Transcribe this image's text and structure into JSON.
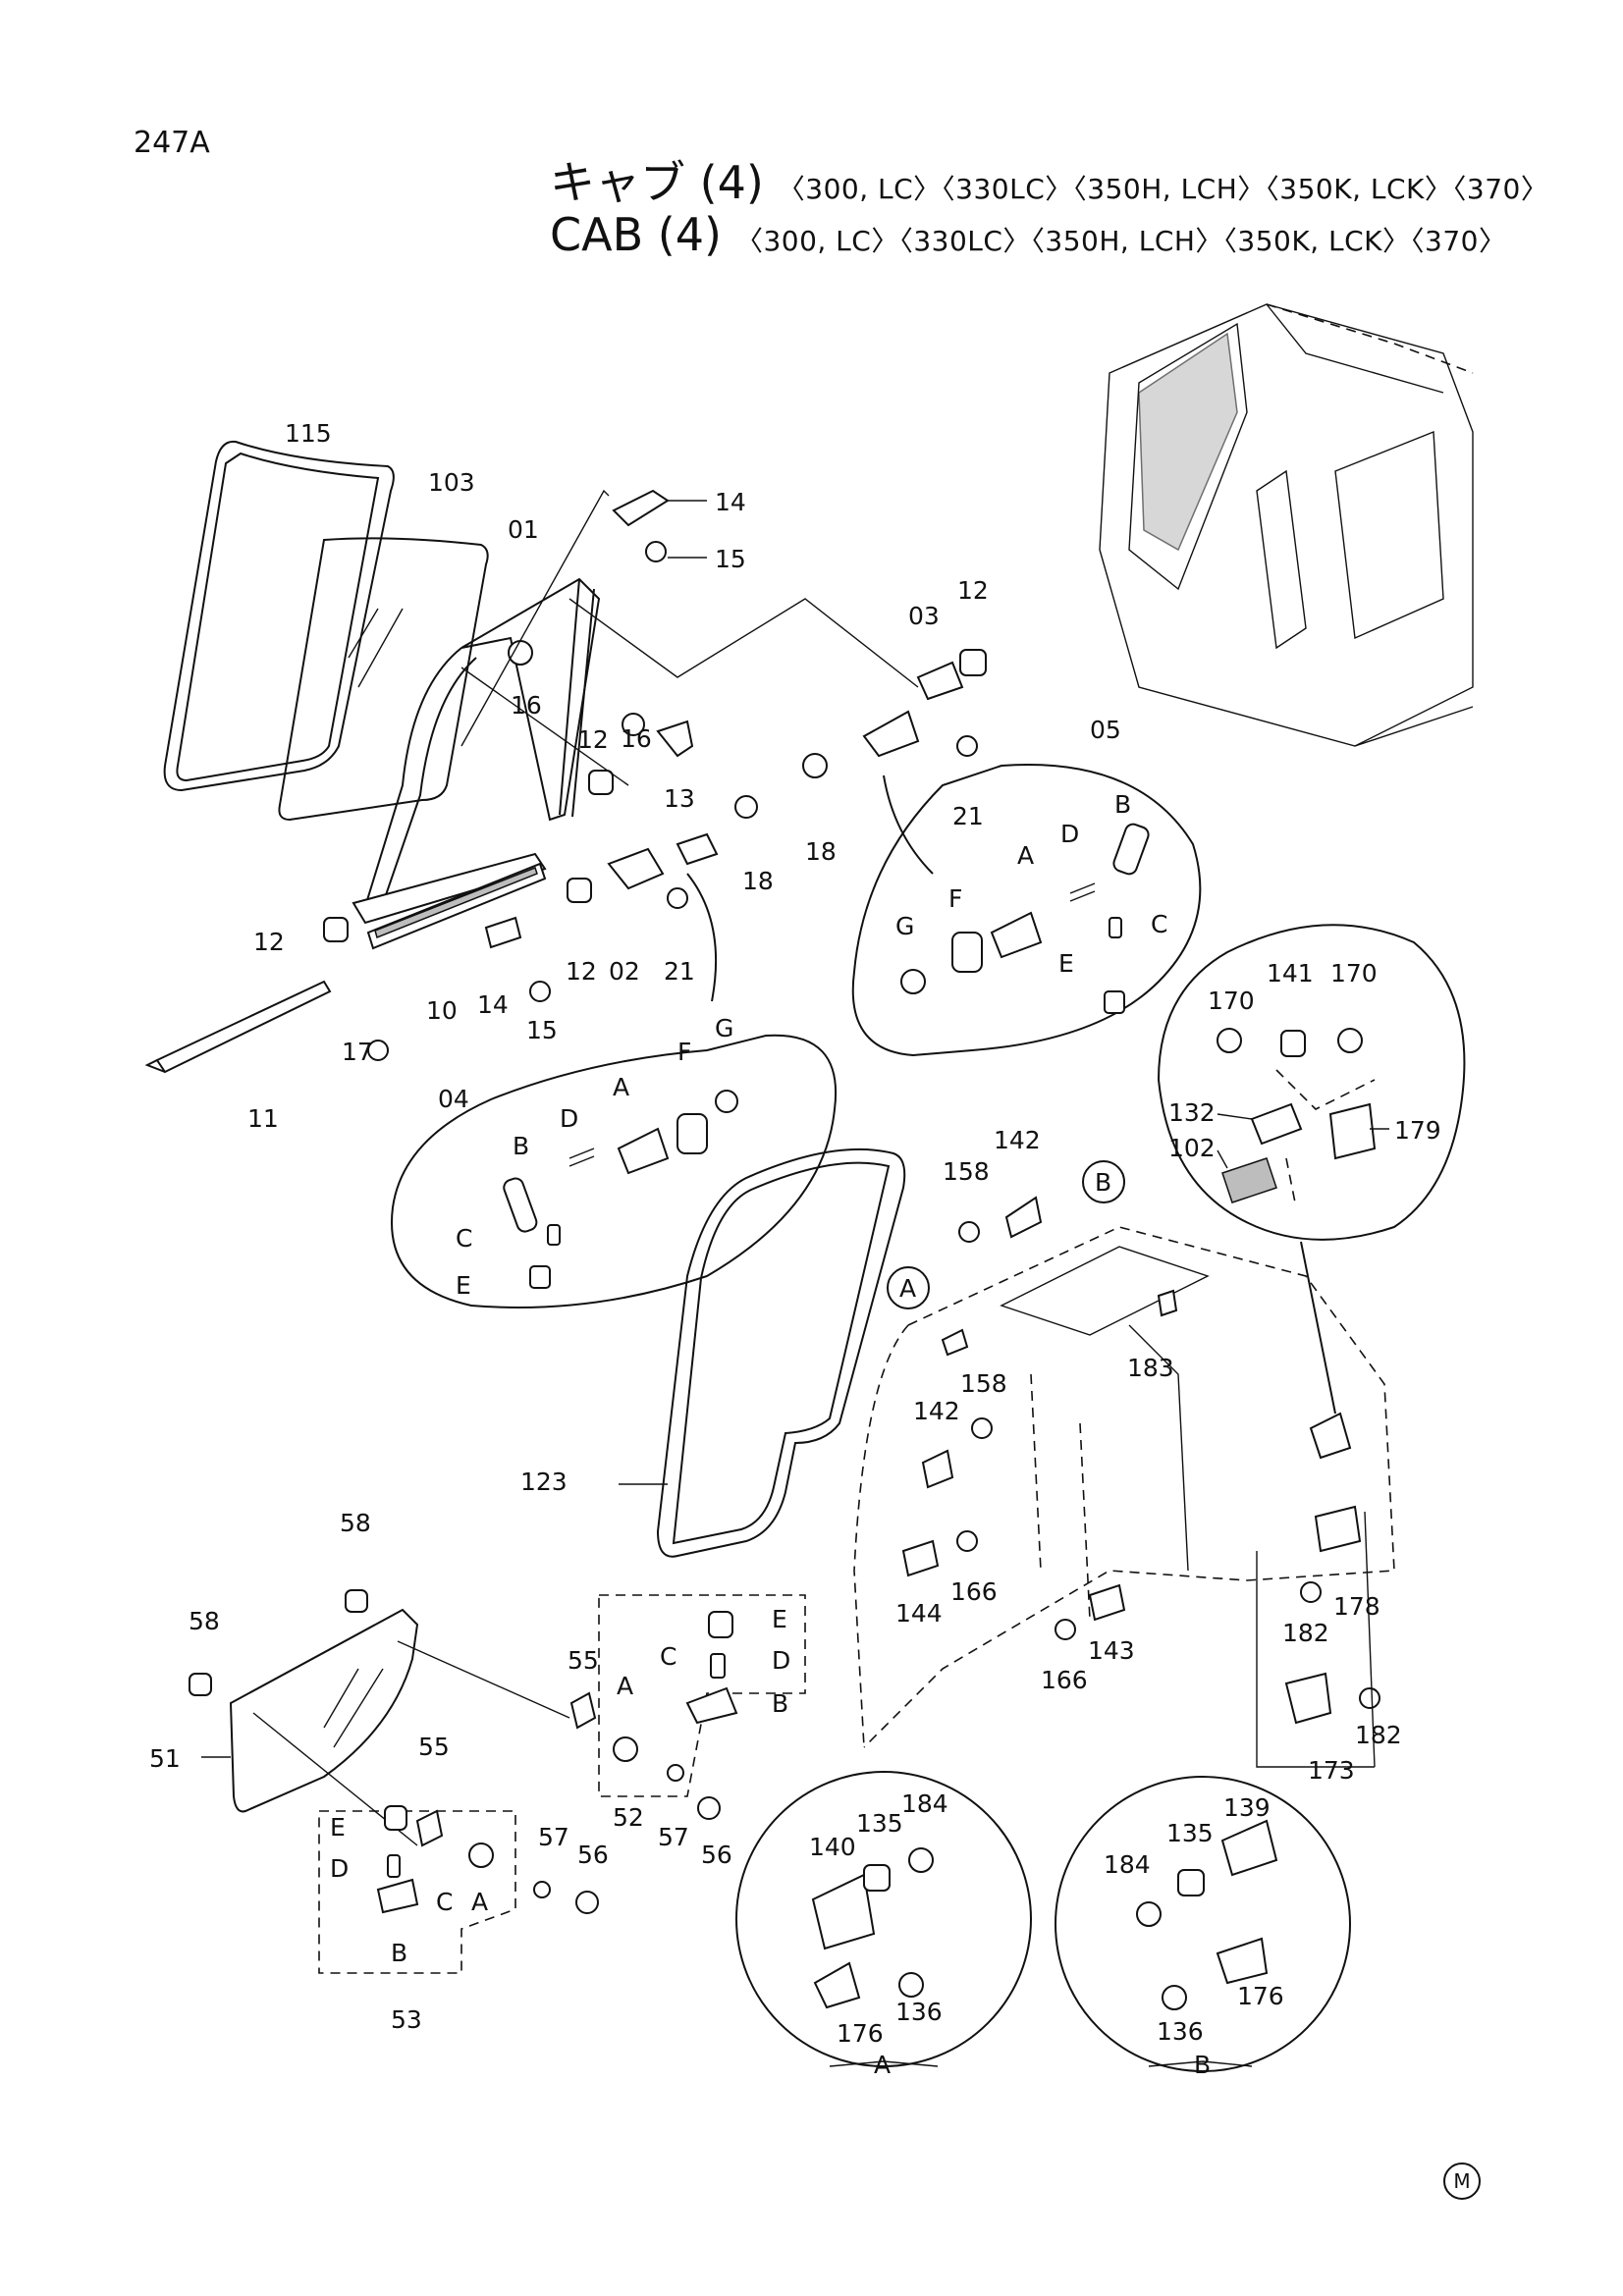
{
  "page_number": "247A",
  "title_jp": "キャブ (4)",
  "title_en": "CAB (4)",
  "models": "〈300, LC〉〈330LC〉〈350H, LCH〉〈350K, LCK〉〈370〉",
  "mark": "M",
  "callouts": [
    {
      "id": "c115",
      "text": "115"
    },
    {
      "id": "c103",
      "text": "103"
    },
    {
      "id": "c01",
      "text": "01"
    },
    {
      "id": "c14a",
      "text": "14"
    },
    {
      "id": "c15a",
      "text": "15"
    },
    {
      "id": "c16a",
      "text": "16"
    },
    {
      "id": "c12a",
      "text": "12"
    },
    {
      "id": "c16b",
      "text": "16"
    },
    {
      "id": "c13",
      "text": "13"
    },
    {
      "id": "c12b",
      "text": "12"
    },
    {
      "id": "c18a",
      "text": "18"
    },
    {
      "id": "c12c",
      "text": "12"
    },
    {
      "id": "c12d",
      "text": "12"
    },
    {
      "id": "c02",
      "text": "02"
    },
    {
      "id": "c21a",
      "text": "21"
    },
    {
      "id": "c10",
      "text": "10"
    },
    {
      "id": "c14b",
      "text": "14"
    },
    {
      "id": "c15b",
      "text": "15"
    },
    {
      "id": "c17",
      "text": "17"
    },
    {
      "id": "c11",
      "text": "11"
    },
    {
      "id": "c03",
      "text": "03"
    },
    {
      "id": "c12e",
      "text": "12"
    },
    {
      "id": "c21b",
      "text": "21"
    },
    {
      "id": "c18b",
      "text": "18"
    },
    {
      "id": "c05",
      "text": "05"
    },
    {
      "id": "c04",
      "text": "04"
    },
    {
      "id": "d05B",
      "text": "B"
    },
    {
      "id": "d05D",
      "text": "D"
    },
    {
      "id": "d05A",
      "text": "A"
    },
    {
      "id": "d05F",
      "text": "F"
    },
    {
      "id": "d05G",
      "text": "G"
    },
    {
      "id": "d05C",
      "text": "C"
    },
    {
      "id": "d05E",
      "text": "E"
    },
    {
      "id": "d04B",
      "text": "B"
    },
    {
      "id": "d04D",
      "text": "D"
    },
    {
      "id": "d04A",
      "text": "A"
    },
    {
      "id": "d04F",
      "text": "F"
    },
    {
      "id": "d04G",
      "text": "G"
    },
    {
      "id": "d04C",
      "text": "C"
    },
    {
      "id": "d04E",
      "text": "E"
    },
    {
      "id": "c170a",
      "text": "170"
    },
    {
      "id": "c141",
      "text": "141"
    },
    {
      "id": "c170b",
      "text": "170"
    },
    {
      "id": "c132",
      "text": "132"
    },
    {
      "id": "c102",
      "text": "102"
    },
    {
      "id": "c179",
      "text": "179"
    },
    {
      "id": "c142a",
      "text": "142"
    },
    {
      "id": "c158a",
      "text": "158"
    },
    {
      "id": "c183",
      "text": "183"
    },
    {
      "id": "c158b",
      "text": "158"
    },
    {
      "id": "c142b",
      "text": "142"
    },
    {
      "id": "c123",
      "text": "123"
    },
    {
      "id": "c144",
      "text": "144"
    },
    {
      "id": "c166a",
      "text": "166"
    },
    {
      "id": "c143",
      "text": "143"
    },
    {
      "id": "c166b",
      "text": "166"
    },
    {
      "id": "c178",
      "text": "178"
    },
    {
      "id": "c182a",
      "text": "182"
    },
    {
      "id": "c182b",
      "text": "182"
    },
    {
      "id": "c173",
      "text": "173"
    },
    {
      "id": "c58a",
      "text": "58"
    },
    {
      "id": "c58b",
      "text": "58"
    },
    {
      "id": "c51",
      "text": "51"
    },
    {
      "id": "c55a",
      "text": "55"
    },
    {
      "id": "c55b",
      "text": "55"
    },
    {
      "id": "c52",
      "text": "52"
    },
    {
      "id": "c57a",
      "text": "57"
    },
    {
      "id": "c56a",
      "text": "56"
    },
    {
      "id": "c57b",
      "text": "57"
    },
    {
      "id": "c56b",
      "text": "56"
    },
    {
      "id": "c53",
      "text": "53"
    },
    {
      "id": "g52E",
      "text": "E"
    },
    {
      "id": "g52D",
      "text": "D"
    },
    {
      "id": "g52B",
      "text": "B"
    },
    {
      "id": "g52C",
      "text": "C"
    },
    {
      "id": "g52A",
      "text": "A"
    },
    {
      "id": "g53E",
      "text": "E"
    },
    {
      "id": "g53D",
      "text": "D"
    },
    {
      "id": "g53C",
      "text": "C"
    },
    {
      "id": "g53A",
      "text": "A"
    },
    {
      "id": "g53B",
      "text": "B"
    },
    {
      "id": "c140",
      "text": "140"
    },
    {
      "id": "c135a",
      "text": "135"
    },
    {
      "id": "c184a",
      "text": "184"
    },
    {
      "id": "c136a",
      "text": "136"
    },
    {
      "id": "c176a",
      "text": "176"
    },
    {
      "id": "c139",
      "text": "139"
    },
    {
      "id": "c135b",
      "text": "135"
    },
    {
      "id": "c184b",
      "text": "184"
    },
    {
      "id": "c136b",
      "text": "136"
    },
    {
      "id": "c176b",
      "text": "176"
    }
  ],
  "detail_markers": [
    {
      "id": "mA",
      "text": "A"
    },
    {
      "id": "mB",
      "text": "B"
    },
    {
      "id": "capA",
      "text": "A"
    },
    {
      "id": "capB",
      "text": "B"
    }
  ]
}
